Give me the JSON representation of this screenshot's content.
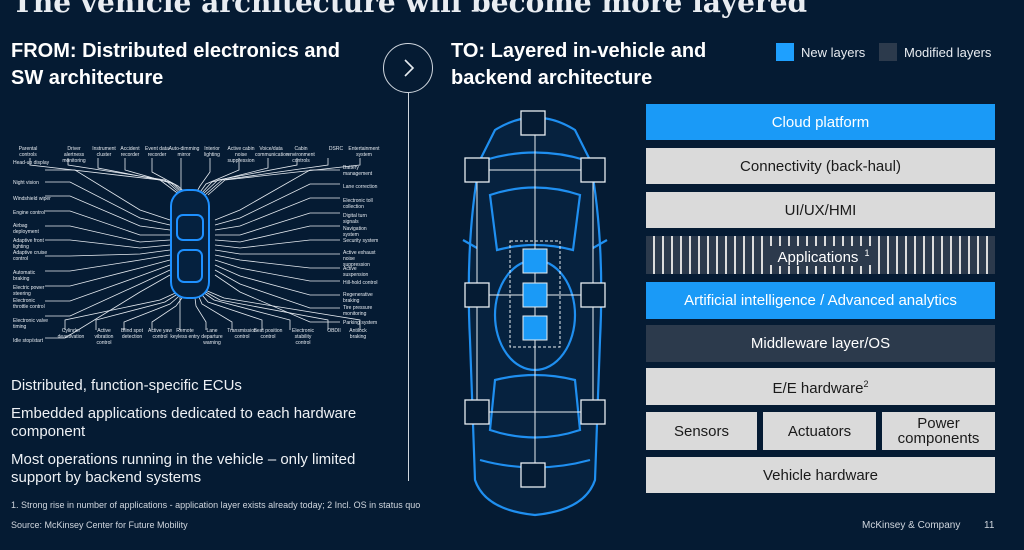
{
  "slide": {
    "title": "The vehicle architecture will become more layered",
    "from_heading": "FROM: Distributed electronics and SW architecture",
    "to_heading": "TO: Layered in-vehicle and backend architecture"
  },
  "legend": {
    "new_label": "New layers",
    "modified_label": "Modified layers",
    "new_color": "#1ea0ff",
    "modified_color": "#2c3a4c"
  },
  "ecu_labels": {
    "top": [
      "Parental controls",
      "Driver alertness monitoring",
      "Instrument cluster",
      "Accident recorder",
      "Event data recorder",
      "Auto-dimming mirror",
      "Interior lighting",
      "Active cabin noise suppression",
      "Voice/data communication",
      "Cabin environment controls",
      "DSRC",
      "Entertainment system"
    ],
    "left": [
      "Head-up display",
      "Night vision",
      "Windshield wiper",
      "Engine control",
      "Airbag deployment",
      "Adaptive front lighting",
      "Adaptive cruise control",
      "Automatic braking",
      "Electric power steering",
      "Electronic throttle control",
      "Electronic valve timing",
      "Idle stop/start"
    ],
    "right": [
      "Battery management",
      "Lane correction",
      "Electronic toll collection",
      "Digital turn signals",
      "Navigation system",
      "Security system",
      "Active exhaust noise suppression",
      "Active suspension",
      "Hill-hold control",
      "Regenerative braking",
      "Tire pressure monitoring",
      "Parking system"
    ],
    "bottom": [
      "Cylinder deactivation",
      "Active vibration control",
      "Blind spot detection",
      "Active yaw control",
      "Remote keyless entry",
      "Lane departure warning",
      "Transmission control",
      "Seat position control",
      "Electronic stability control",
      "OBDII",
      "Antilock braking"
    ]
  },
  "layers": [
    {
      "label": "Cloud platform",
      "style": "new"
    },
    {
      "label": "Connectivity (back-haul)",
      "style": "existing"
    },
    {
      "label": "UI/UX/HMI",
      "style": "existing"
    },
    {
      "label": "Applications",
      "sup": "1",
      "style": "striped"
    },
    {
      "label": "Artificial intelligence / Advanced analytics",
      "style": "new"
    },
    {
      "label": "Middleware layer/OS",
      "style": "modified"
    },
    {
      "label": "E/E hardware",
      "sup": "2",
      "style": "existing"
    },
    {
      "label": "Sensors",
      "style": "existing"
    },
    {
      "label": "Actuators",
      "style": "existing"
    },
    {
      "label": "Power components",
      "style": "existing"
    },
    {
      "label": "Vehicle hardware",
      "style": "existing"
    }
  ],
  "bullets": [
    "Distributed, function-specific ECUs",
    "Embedded applications dedicated to each hardware component",
    "Most operations running in the vehicle – only limited support by backend systems"
  ],
  "footnote": "1. Strong rise in number of applications - application layer exists already today; 2 Incl. OS in status quo",
  "source": "Source: McKinsey Center for Future Mobility",
  "company": "McKinsey & Company",
  "page_number": "11"
}
